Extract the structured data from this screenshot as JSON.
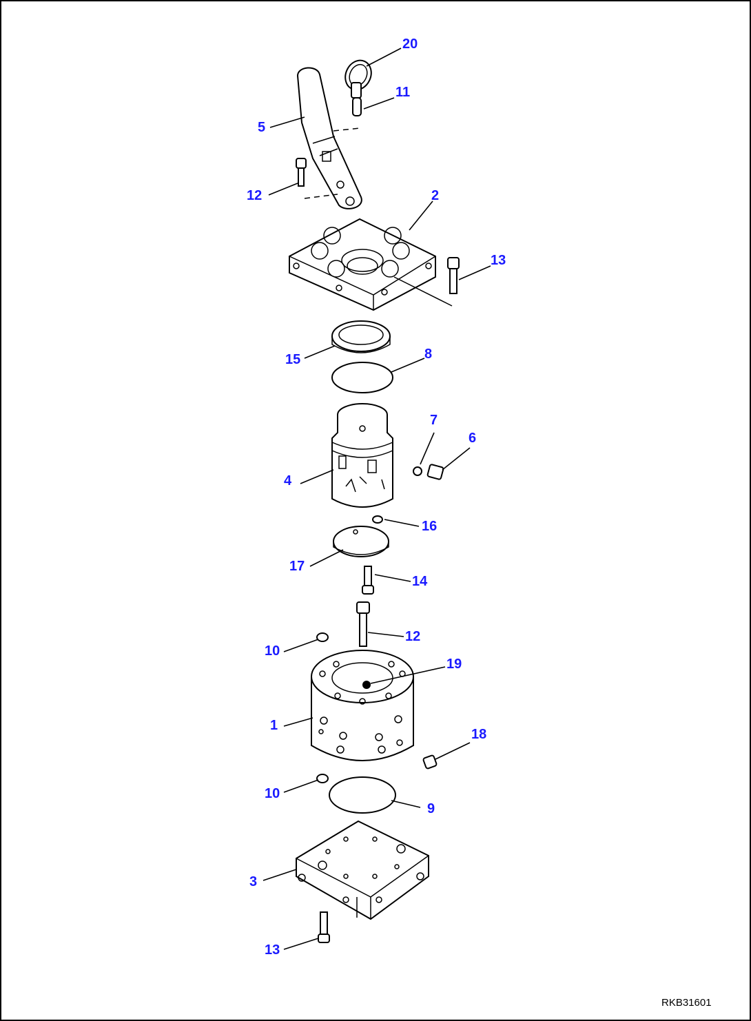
{
  "diagram": {
    "reference_code": "RKB31601",
    "callouts": {
      "c20": "20",
      "c11": "11",
      "c5": "5",
      "c12a": "12",
      "c2": "2",
      "c13a": "13",
      "c15": "15",
      "c8": "8",
      "c7": "7",
      "c6": "6",
      "c4": "4",
      "c16": "16",
      "c17": "17",
      "c14": "14",
      "c12b": "12",
      "c10a": "10",
      "c19": "19",
      "c1": "1",
      "c18": "18",
      "c10b": "10",
      "c9": "9",
      "c3": "3",
      "c13b": "13"
    },
    "colors": {
      "callout": "#1a1aff",
      "line": "#000000",
      "background": "#ffffff"
    }
  }
}
